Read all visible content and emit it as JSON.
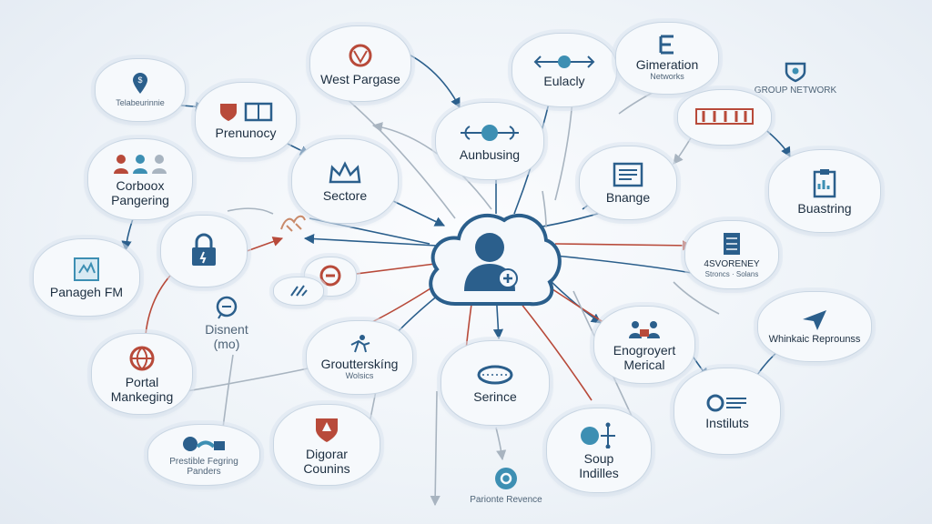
{
  "palette": {
    "blue": "#2b5f8c",
    "red": "#b84a3a",
    "grey": "#a8b4c0",
    "teal": "#3d8fb3"
  },
  "center": {
    "icon": "user-plus-cloud-icon"
  },
  "nodes": {
    "west_pargase": {
      "label": "West Pargase",
      "icon": "crest-icon"
    },
    "eulacly": {
      "label": "Eulacly",
      "icon": "arrows-icon"
    },
    "gimeration": {
      "label": "Gimeration",
      "sub": "Networks",
      "icon": "e-logo-icon"
    },
    "group_network": {
      "label": "GROUP NETWORK",
      "icon": "shield-crest-icon"
    },
    "telabeurinnie": {
      "label": "Telabeurinnie",
      "icon": "location-pin-icon"
    },
    "prenunocy": {
      "label": "Prenunocy",
      "icon": "shield-book-icon"
    },
    "aunbusing": {
      "label": "Aunbusing",
      "icon": "connect-icon"
    },
    "banner_unlabeled": {
      "icon": "banner-icon"
    },
    "corboox": {
      "label": "Corboox\nPangering",
      "icon": "people-icon"
    },
    "sectore": {
      "label": "Sectore",
      "icon": "crown-icon"
    },
    "bnange": {
      "label": "Bnange",
      "icon": "document-icon"
    },
    "buastring": {
      "label": "Buastring",
      "icon": "clipboard-icon"
    },
    "panageh": {
      "label": "Panageh FM",
      "icon": "screen-icon"
    },
    "lock": {
      "icon": "lock-icon"
    },
    "dragon": {
      "icon": "dragon-icon"
    },
    "dot_node": {
      "icon": "target-icon"
    },
    "small_tools": {
      "icon": "tools-icon"
    },
    "svorency": {
      "label": "4SVORENEY",
      "sub": "Stroncs · Solans",
      "icon": "server-icon"
    },
    "disnent": {
      "label": "Disnent\n(mo)",
      "icon": "chat-icon"
    },
    "groutter": {
      "label": "Groutterskíng",
      "sub": "Wolsics",
      "icon": "runner-icon"
    },
    "whinkaic": {
      "label": "Whinkaic Reprounss",
      "icon": "send-icon"
    },
    "portal": {
      "label": "Portal\nMankeging",
      "icon": "globe-icon"
    },
    "serince": {
      "label": "Serince",
      "icon": "bracelet-icon"
    },
    "enogroyert": {
      "label": "Enogroyert\nMerical",
      "icon": "team-icon"
    },
    "instilutes": {
      "label": "Instiluts",
      "icon": "gears-icon"
    },
    "prestible": {
      "label": "Prestible Fegring\nPanders",
      "icon": "hands-icon"
    },
    "digorar": {
      "label": "Digorar\nCounins",
      "icon": "shield-red-icon"
    },
    "soup": {
      "label": "Soup\nIndilles",
      "icon": "connector-icon"
    },
    "parionte": {
      "label": "Parionte Revence",
      "icon": "settings-icon"
    }
  }
}
